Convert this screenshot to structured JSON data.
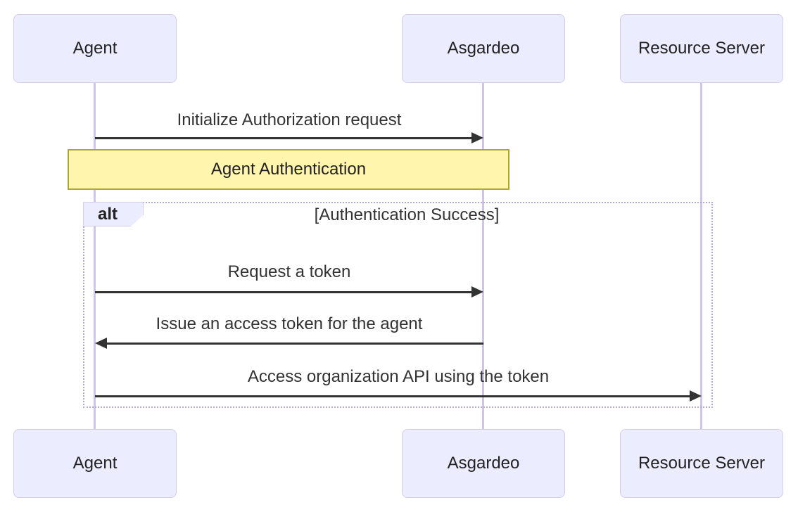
{
  "diagram_type": "sequence-diagram",
  "actors": [
    {
      "name": "Agent"
    },
    {
      "name": "Asgardeo"
    },
    {
      "name": "Resource Server"
    }
  ],
  "messages": [
    {
      "from": "Agent",
      "to": "Asgardeo",
      "label": "Initialize Authorization request",
      "type": "solid-arrow-right"
    },
    {
      "from": "Agent",
      "to": "Asgardeo",
      "label": "Request a token",
      "type": "solid-arrow-right"
    },
    {
      "from": "Asgardeo",
      "to": "Agent",
      "label": "Issue an access token for the agent",
      "type": "solid-arrow-left"
    },
    {
      "from": "Agent",
      "to": "Resource Server",
      "label": "Access organization API using the token",
      "type": "solid-arrow-right"
    }
  ],
  "note": {
    "over": [
      "Agent",
      "Asgardeo"
    ],
    "label": "Agent Authentication"
  },
  "alt": {
    "operator": "alt",
    "condition": "[Authentication Success]"
  },
  "colors": {
    "actor-fill": "#ECECFF",
    "actor-border": "#d6ccef",
    "lifeline": "#cfc5ec",
    "note-fill": "#fff5ad",
    "note-border": "#aaaa33",
    "frame-border": "#b5a7dd",
    "arrow": "#333333",
    "text": "#333333"
  }
}
